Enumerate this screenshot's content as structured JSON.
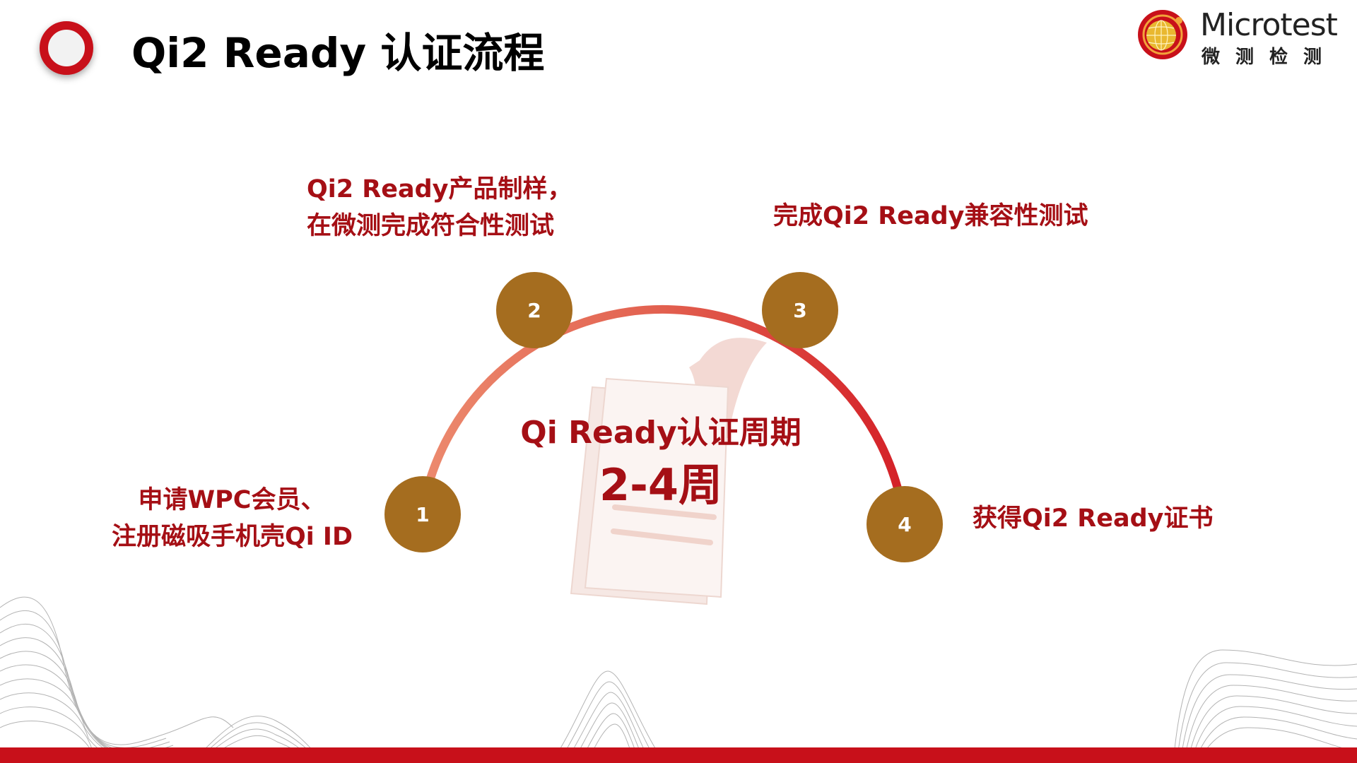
{
  "header": {
    "title": "Qi2 Ready 认证流程",
    "logo": {
      "name_en": "Microtest",
      "name_cn": "微测检测"
    }
  },
  "process": {
    "steps": [
      {
        "number": "1",
        "lines": [
          "申请WPC会员、",
          "注册磁吸手机壳Qi ID"
        ]
      },
      {
        "number": "2",
        "lines": [
          "Qi2 Ready产品制样，",
          "在微测完成符合性测试"
        ]
      },
      {
        "number": "3",
        "lines": [
          "完成Qi2 Ready兼容性测试"
        ]
      },
      {
        "number": "4",
        "lines": [
          "获得Qi2 Ready证书"
        ]
      }
    ],
    "center": {
      "label": "Qi Ready认证周期",
      "value": "2-4周"
    }
  },
  "colors": {
    "brand_red": "#c8101a",
    "text_red": "#a50f15",
    "step_circle": "#a56d1f",
    "arc_light": "#ec8a6e",
    "arc_dark": "#d42027"
  }
}
